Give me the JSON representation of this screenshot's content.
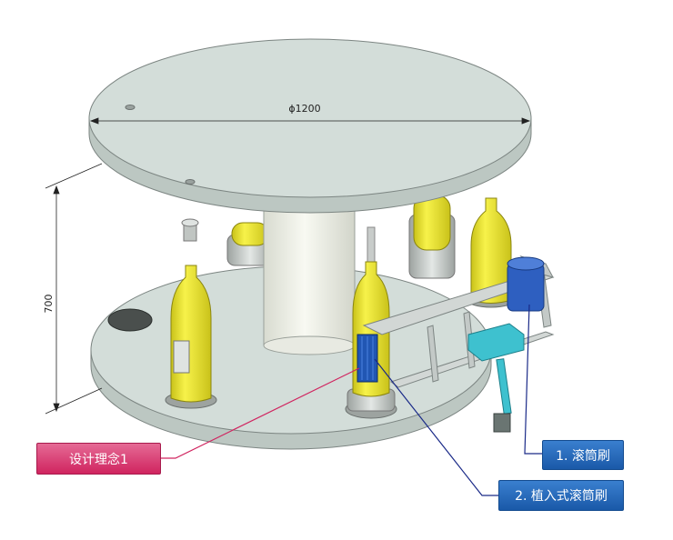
{
  "dimensions": {
    "diameter": "ϕ1200",
    "height": "700"
  },
  "labels": {
    "design_concept": "设计理念1",
    "roller_brush": "1. 滚筒刷",
    "insert_roller_brush": "2. 植入式滚筒刷"
  },
  "colors": {
    "plate": "#d3ddd9",
    "plate_edge": "#b9c4bf",
    "bottle": "#f0ea2a",
    "column": "#eef0e6",
    "frame": "#c9cfcd",
    "accent_cyan": "#3ec1cf",
    "brush_blue": "#2156b3",
    "pink_label": "#d0245f",
    "blue_label": "#1a59a8"
  }
}
